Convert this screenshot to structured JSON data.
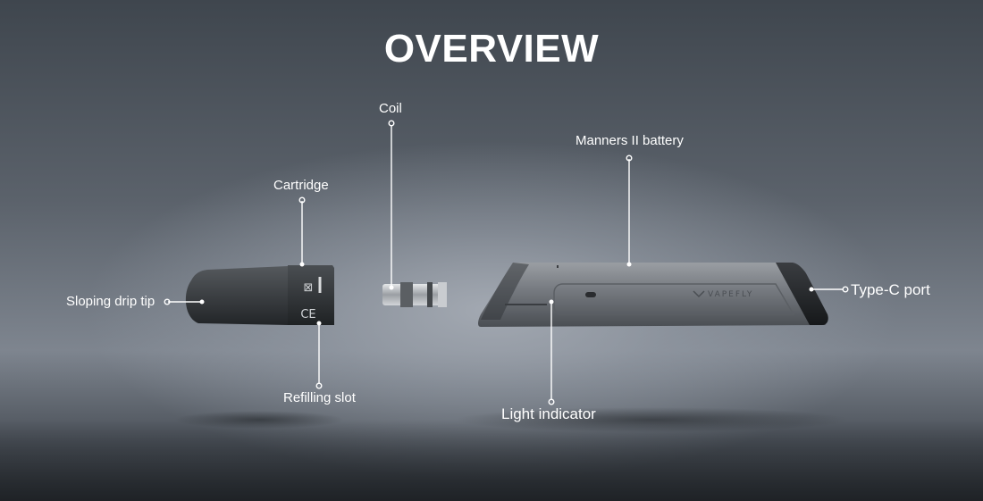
{
  "title": "OVERVIEW",
  "brand_mark": "VAPEFLY",
  "callouts": {
    "coil": "Coil",
    "battery": "Manners II battery",
    "cartridge": "Cartridge",
    "drip_tip": "Sloping drip tip",
    "refilling_slot": "Refilling slot",
    "light_indicator": "Light indicator",
    "type_c_port": "Type-C port"
  },
  "colors": {
    "text": "#ffffff",
    "line": "#ffffff",
    "device_body": "#6b6f74",
    "cartridge": "#2e3134"
  }
}
